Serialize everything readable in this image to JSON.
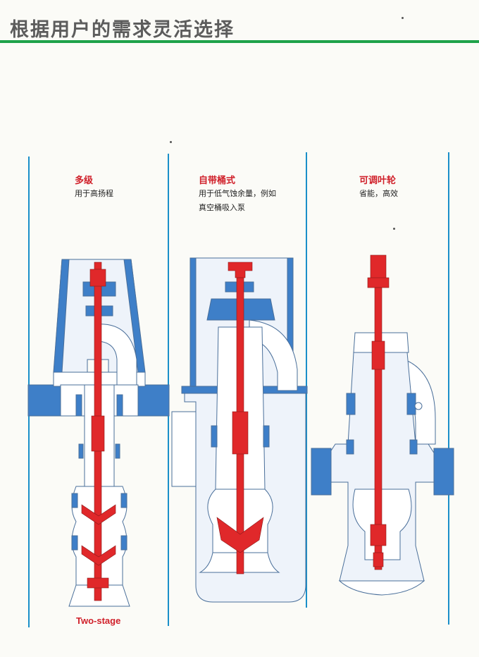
{
  "header": {
    "title": "根据用户的需求灵活选择"
  },
  "columns": [
    {
      "title": "多级",
      "desc": [
        "用于高扬程"
      ]
    },
    {
      "title": "自带桶式",
      "desc": [
        "用于低气蚀余量，例如",
        "真空桶吸入泵"
      ]
    },
    {
      "title": "可调叶轮",
      "desc": [
        "省能，高效"
      ]
    }
  ],
  "caption": "Two-stage",
  "colors": {
    "accent_green": "#1fa24a",
    "divider_blue": "#1a8fc9",
    "label_red": "#d0202a",
    "pump_blue": "#3e7fc8",
    "pump_red": "#e0282a",
    "pump_body": "#ffffff"
  },
  "illustrations": [
    {
      "name": "multistage-pump-cross-section"
    },
    {
      "name": "canned-pump-cross-section"
    },
    {
      "name": "adjustable-impeller-pump-cross-section"
    }
  ]
}
